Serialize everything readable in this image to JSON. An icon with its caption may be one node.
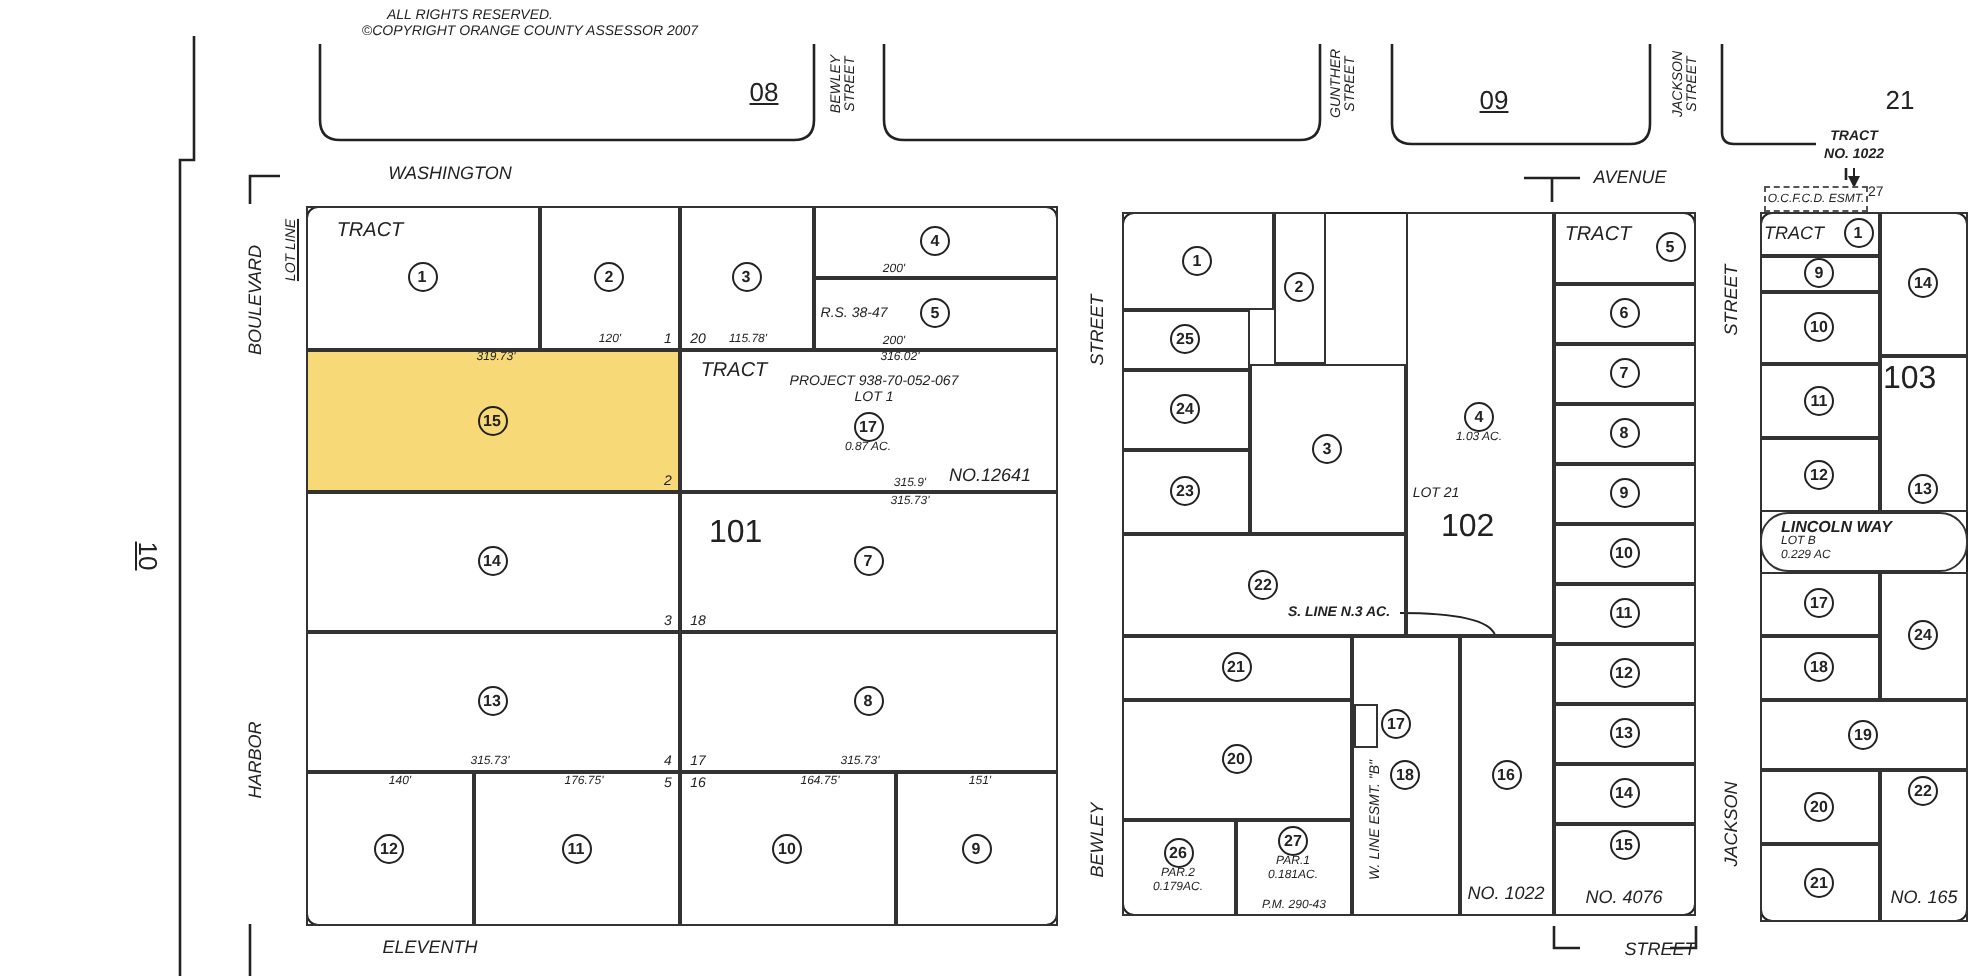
{
  "diagram": {
    "nodes": [
      {
        "text": [],
        "shape": "box"
      },
      {
        "text": [
          "1"
        ],
        "in": 0
      },
      {
        "text": [
          "2"
        ],
        "in": 0
      },
      {
        "text": [
          "3"
        ],
        "in": 0
      },
      {
        "text": [
          "4"
        ],
        "in": 0
      },
      {
        "text": [
          "5"
        ],
        "in": 0
      },
      {
        "text": [
          "15"
        ],
        "in": 0
      },
      {
        "text": [
          "17",
          "0.87 AC."
        ],
        "in": 0
      },
      {
        "text": [
          "14"
        ],
        "in": 0
      },
      {
        "text": [
          "7"
        ],
        "in": 0
      },
      {
        "text": [
          "13"
        ],
        "in": 0
      },
      {
        "text": [
          "8"
        ],
        "in": 0
      },
      {
        "text": [
          "12"
        ],
        "in": 0
      },
      {
        "text": [
          "11"
        ],
        "in": 0
      },
      {
        "text": [
          "10"
        ],
        "in": 0
      },
      {
        "text": [
          "9"
        ],
        "in": 0
      },
      {
        "text": [
          "101"
        ],
        "in": 9
      },
      {
        "text": [],
        "shape": "box"
      },
      {
        "text": [
          "1"
        ],
        "in": 17
      },
      {
        "text": [
          "2"
        ],
        "in": 17
      },
      {
        "text": [
          "25"
        ],
        "in": 17
      },
      {
        "text": [
          "24"
        ],
        "in": 17
      },
      {
        "text": [
          "3"
        ],
        "in": 17
      },
      {
        "text": [
          "4",
          "1.03 AC."
        ],
        "in": 17
      },
      {
        "text": [
          "102"
        ],
        "in": 23
      },
      {
        "text": [
          "23"
        ],
        "in": 17
      },
      {
        "text": [
          "22"
        ],
        "in": 17
      },
      {
        "text": [
          "21"
        ],
        "in": 17
      },
      {
        "text": [
          "20"
        ],
        "in": 17
      },
      {
        "text": [
          "26",
          "PAR.2",
          "0.179AC."
        ],
        "in": 17
      },
      {
        "text": [
          "27",
          "PAR.1",
          "0.181AC."
        ],
        "in": 17
      },
      {
        "text": [
          "18"
        ],
        "in": 17
      },
      {
        "text": [],
        "shape": "box",
        "in": 31
      },
      {
        "text": [
          "16"
        ],
        "in": 17
      },
      {
        "text": [
          "5"
        ],
        "in": 17
      },
      {
        "text": [
          "6"
        ],
        "in": 17
      },
      {
        "text": [
          "7"
        ],
        "in": 17
      },
      {
        "text": [
          "8"
        ],
        "in": 17
      },
      {
        "text": [
          "9"
        ],
        "in": 17
      },
      {
        "text": [
          "10"
        ],
        "in": 17
      },
      {
        "text": [
          "11"
        ],
        "in": 17
      },
      {
        "text": [
          "12"
        ],
        "in": 17
      },
      {
        "text": [
          "13"
        ],
        "in": 17
      },
      {
        "text": [
          "14"
        ],
        "in": 17
      },
      {
        "text": [
          "15"
        ],
        "in": 17
      },
      {
        "text": [],
        "shape": "box"
      },
      {
        "text": [
          "1"
        ],
        "in": 45
      },
      {
        "text": [
          "9"
        ],
        "in": 45
      },
      {
        "text": [
          "10"
        ],
        "in": 45
      },
      {
        "text": [
          "11"
        ],
        "in": 45
      },
      {
        "text": [
          "12"
        ],
        "in": 45
      },
      {
        "text": [
          "14"
        ],
        "in": 45
      },
      {
        "text": [
          "13"
        ],
        "in": 45
      },
      {
        "text": [
          "103"
        ],
        "in": 52
      },
      {
        "text": [
          "LINCOLN WAY",
          "LOT B",
          "0.229 AC"
        ],
        "in": 45
      },
      {
        "text": [
          "17"
        ],
        "in": 45
      },
      {
        "text": [
          "18"
        ],
        "in": 45
      },
      {
        "text": [
          "24"
        ],
        "in": 45
      },
      {
        "text": [
          "19"
        ],
        "in": 45
      },
      {
        "text": [
          "20"
        ],
        "in": 45
      },
      {
        "text": [
          "21"
        ],
        "in": 45
      },
      {
        "text": [
          "22"
        ],
        "in": 45
      },
      {
        "text": [
          "O.C.F.C.D. ESMT."
        ]
      },
      {
        "text": [
          "27"
        ]
      },
      {
        "text": [
          "TRACT NO. 1022"
        ]
      },
      {
        "text": [
          "S. LINE N.3 AC."
        ],
        "in": 26
      }
    ],
    "edges": [
      {
        "from": 64,
        "to": 62,
        "arrow": "to"
      },
      {
        "from": 65,
        "to": 33,
        "arrow": "none"
      }
    ],
    "labels": [
      "ALL RIGHTS RESERVED.",
      "©COPYRIGHT ORANGE COUNTY ASSESSOR 2007",
      "08",
      "BEWLEY STREET",
      "GUNTHER STREET",
      "09",
      "JACKSON STREET",
      "21",
      "WASHINGTON",
      "AVENUE",
      "10",
      "LOT LINE",
      "BOULEVARD",
      "TRACT",
      "R.S. 38-47",
      "TRACT",
      "PROJECT 938-70-052-067",
      "LOT 1",
      "NO.12641",
      "STREET",
      "TRACT",
      "STREET",
      "TRACT",
      "LOT 21",
      "17",
      "P.M. 290-43",
      "W. LINE ESMT. \"B\"",
      "NO. 1022",
      "NO. 4076",
      "HARBOR",
      "BEWLEY",
      "JACKSON",
      "ELEVENTH",
      "STREET",
      "NO. 165",
      "319.73'",
      "120'",
      "115.78'",
      "316.02'",
      "200'",
      "200'",
      "315.9'",
      "315.73'",
      "315.73'",
      "315.73'",
      "140'",
      "176.75'",
      "164.75'",
      "151'",
      "1",
      "20",
      "2",
      "3",
      "18",
      "4",
      "17",
      "5",
      "16"
    ]
  }
}
